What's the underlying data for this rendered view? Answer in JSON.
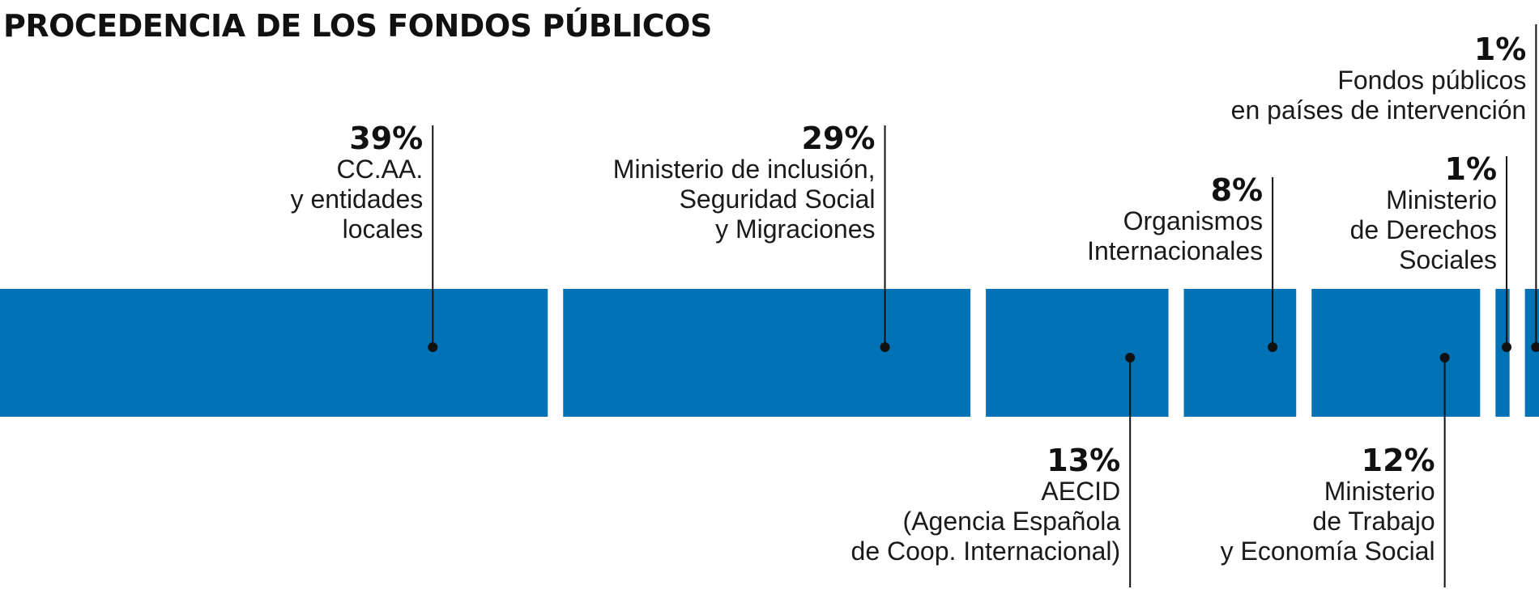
{
  "title": "PROCEDENCIA DE LOS FONDOS PÚBLICOS",
  "colors": {
    "bar": "#0072b5",
    "text": "#111111",
    "leader": "#111111"
  },
  "chart_data": {
    "type": "bar",
    "orientation": "horizontal-stacked",
    "title": "PROCEDENCIA DE LOS FONDOS PÚBLICOS",
    "unit": "%",
    "segments": [
      {
        "id": "ccaa",
        "value": 39,
        "value_label": "39%",
        "label_lines": [
          "CC.AA.",
          "y entidades",
          "locales"
        ],
        "label_side": "above"
      },
      {
        "id": "ministerio-inclusion",
        "value": 29,
        "value_label": "29%",
        "label_lines": [
          "Ministerio de inclusión,",
          "Seguridad Social",
          "y Migraciones"
        ],
        "label_side": "above"
      },
      {
        "id": "aecid",
        "value": 13,
        "value_label": "13%",
        "label_lines": [
          "AECID",
          "(Agencia Española",
          "de Coop. Internacional)"
        ],
        "label_side": "below"
      },
      {
        "id": "organismos-internacionales",
        "value": 8,
        "value_label": "8%",
        "label_lines": [
          "Organismos",
          "Internacionales"
        ],
        "label_side": "above"
      },
      {
        "id": "ministerio-trabajo",
        "value": 12,
        "value_label": "12%",
        "label_lines": [
          "Ministerio",
          "de Trabajo",
          "y Economía Social"
        ],
        "label_side": "below"
      },
      {
        "id": "ministerio-derechos-sociales",
        "value": 1,
        "value_label": "1%",
        "label_lines": [
          "Ministerio",
          "de Derechos",
          "Sociales"
        ],
        "label_side": "above"
      },
      {
        "id": "fondos-paises-intervencion",
        "value": 1,
        "value_label": "1%",
        "label_lines": [
          "Fondos públicos",
          "en países de intervención"
        ],
        "label_side": "above"
      }
    ]
  }
}
